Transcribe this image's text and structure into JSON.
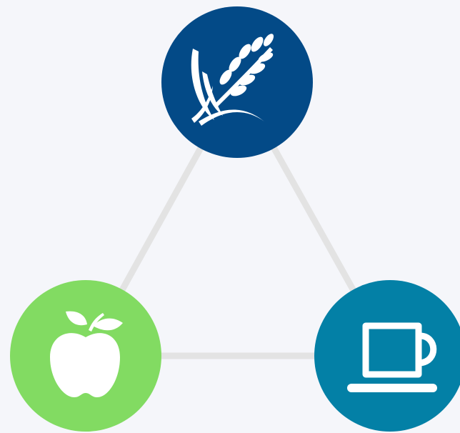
{
  "diagram": {
    "type": "triangle-icon-cycle",
    "connector_color": "#e3e3e3",
    "background": "#f5f6fa",
    "nodes": [
      {
        "id": "top",
        "icon": "wheat-icon",
        "color": "#034a87"
      },
      {
        "id": "bottom-left",
        "icon": "apple-icon",
        "color": "#82db62"
      },
      {
        "id": "bottom-right",
        "icon": "coffee-cup-icon",
        "color": "#0380a6"
      }
    ],
    "edges": [
      {
        "from": "top",
        "to": "bottom-left"
      },
      {
        "from": "top",
        "to": "bottom-right"
      },
      {
        "from": "bottom-left",
        "to": "bottom-right"
      }
    ]
  }
}
